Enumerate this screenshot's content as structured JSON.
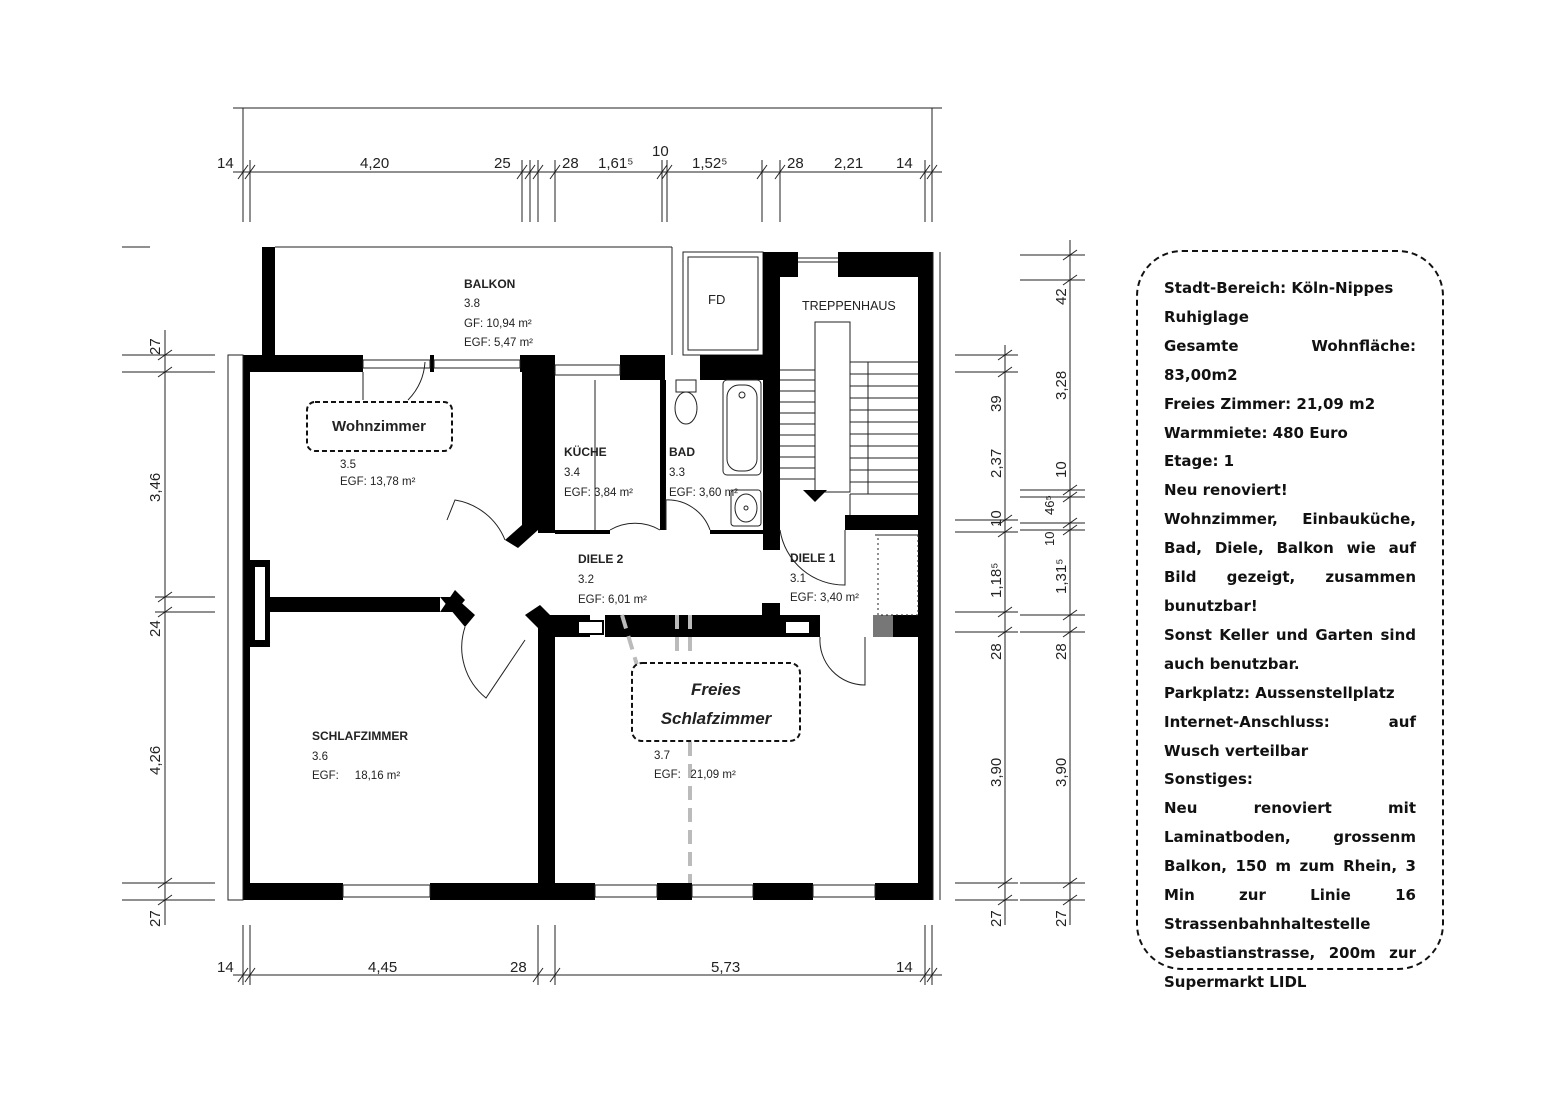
{
  "top_dims": {
    "row1": [
      "14",
      "4,20",
      "25",
      "28",
      "1,61⁵",
      "10",
      "1,52⁵",
      "28",
      "2,21",
      "14"
    ]
  },
  "bottom_dims": [
    "14",
    "4,45",
    "28",
    "5,73",
    "14"
  ],
  "left_dims": [
    "27",
    "3,46",
    "24",
    "4,26",
    "27"
  ],
  "right_dims_a": [
    "39",
    "2,37",
    "10",
    "1,18⁵",
    "28",
    "3,90",
    "27"
  ],
  "right_dims_b": [
    "42",
    "3,28",
    "10",
    "46⁵",
    "10",
    "1,31⁵",
    "28",
    "3,90",
    "27"
  ],
  "rooms": {
    "balkon": {
      "name": "BALKON",
      "num": "3.8",
      "gf": "GF: 10,94 m²",
      "egf": "EGF: 5,47 m²"
    },
    "fd": {
      "name": "FD"
    },
    "treppenhaus": {
      "name": "TREPPENHAUS"
    },
    "wohnzimmer": {
      "num": "3.5",
      "egf": "EGF: 13,78 m²"
    },
    "kueche": {
      "name": "KÜCHE",
      "num": "3.4",
      "egf": "EGF: 3,84 m²"
    },
    "bad": {
      "name": "BAD",
      "num": "3.3",
      "egf": "EGF: 3,60 m²"
    },
    "diele2": {
      "name": "DIELE 2",
      "num": "3.2",
      "egf": "EGF: 6,01 m²"
    },
    "diele1": {
      "name": "DIELE 1",
      "num": "3.1",
      "egf": "EGF: 3,40 m²"
    },
    "schlafzimmer": {
      "name": "SCHLAFZIMMER",
      "num": "3.6",
      "egf": "EGF:     18,16 m²"
    },
    "freies": {
      "num": "3.7",
      "egf": "EGF:   21,09 m²"
    }
  },
  "callouts": {
    "wohnzimmer": "Wohnzimmer",
    "freies_line1": "Freies",
    "freies_line2": "Schlafzimmer"
  },
  "info": {
    "lines": [
      "Stadt-Bereich: Köln-Nippes",
      "Ruhiglage",
      "Gesamte Wohnfläche: 83,00m2",
      "Freies Zimmer: 21,09 m2",
      "Warmmiete: 480 Euro",
      "Etage: 1",
      "Neu renoviert!",
      "Wohnzimmer, Einbauküche, Bad, Diele, Balkon wie auf Bild gezeigt, zusammen bunutzbar!",
      "Sonst Keller und Garten sind auch benutzbar.",
      "Parkplatz: Aussenstellplatz",
      "Internet-Anschluss: auf Wusch verteilbar",
      "Sonstiges:",
      "Neu renoviert mit Laminatboden, grossenm Balkon, 150 m zum Rhein, 3 Min zur Linie 16 Strassenbahnhaltestelle Sebastianstrasse, 200m zur Supermarkt LIDL"
    ]
  }
}
